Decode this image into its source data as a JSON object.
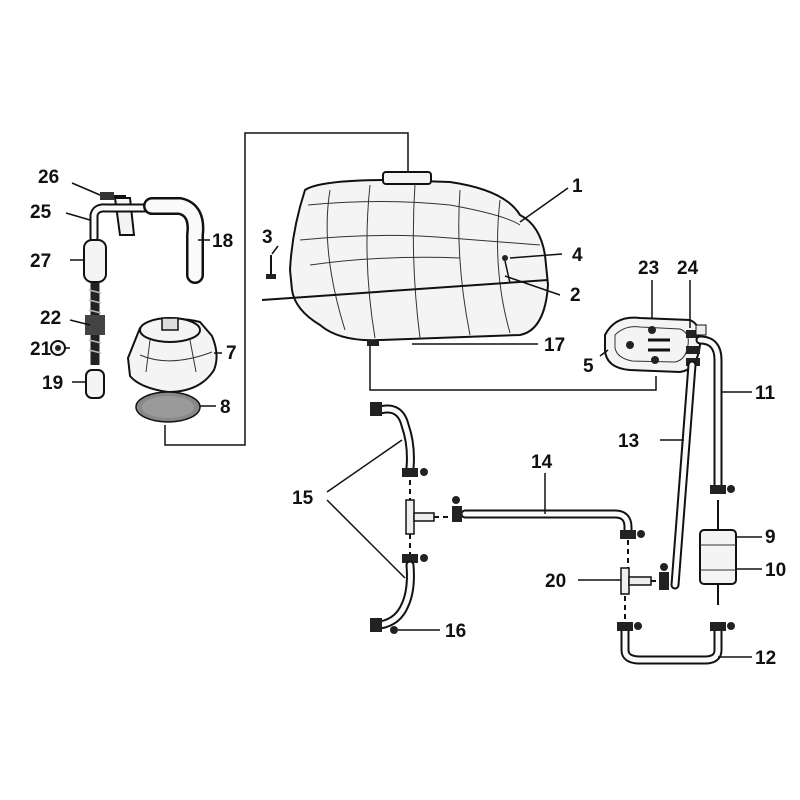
{
  "callouts": [
    {
      "id": "1",
      "label": "1"
    },
    {
      "id": "2",
      "label": "2"
    },
    {
      "id": "3",
      "label": "3"
    },
    {
      "id": "4",
      "label": "4"
    },
    {
      "id": "5",
      "label": "5"
    },
    {
      "id": "7",
      "label": "7"
    },
    {
      "id": "8",
      "label": "8"
    },
    {
      "id": "9",
      "label": "9"
    },
    {
      "id": "10",
      "label": "10"
    },
    {
      "id": "11",
      "label": "11"
    },
    {
      "id": "12",
      "label": "12"
    },
    {
      "id": "13",
      "label": "13"
    },
    {
      "id": "14",
      "label": "14"
    },
    {
      "id": "15",
      "label": "15"
    },
    {
      "id": "16",
      "label": "16"
    },
    {
      "id": "17",
      "label": "17"
    },
    {
      "id": "18",
      "label": "18"
    },
    {
      "id": "19",
      "label": "19"
    },
    {
      "id": "20",
      "label": "20"
    },
    {
      "id": "21",
      "label": "21"
    },
    {
      "id": "22",
      "label": "22"
    },
    {
      "id": "23",
      "label": "23"
    },
    {
      "id": "24",
      "label": "24"
    },
    {
      "id": "25",
      "label": "25"
    },
    {
      "id": "26",
      "label": "26"
    },
    {
      "id": "27",
      "label": "27"
    }
  ]
}
